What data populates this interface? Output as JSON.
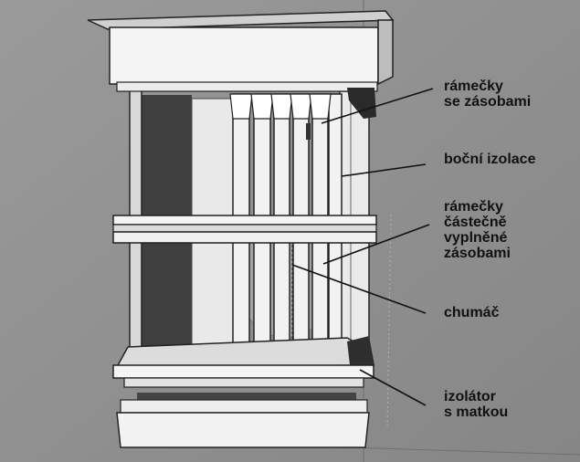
{
  "diagram": {
    "labels": {
      "frames_with_stores": "rámečky\nse zásobami",
      "side_insulation": "boční izolace",
      "frames_partial": "rámečky\nčástečně\nvyplněné\nzásobami",
      "cluster": "chumáč",
      "queen_excluder": "izolátor\ns matkou"
    }
  }
}
